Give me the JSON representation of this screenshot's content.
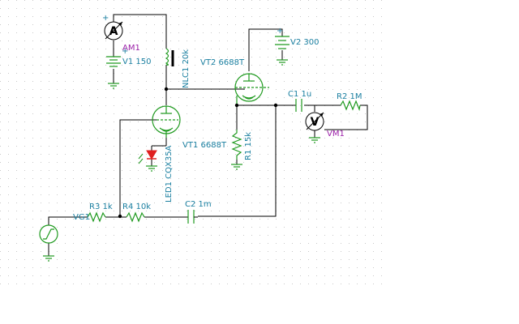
{
  "schematic": {
    "background": "#ffffff",
    "grid_color": "#c8c8c8",
    "component_color": "#1f9a1f",
    "label_color": "#1a7fa0",
    "meter_label_color": "#9b1ea8",
    "led_color": "#e02020"
  },
  "labels": {
    "am1": "AM1",
    "v1": "V1 150",
    "nlc1": "NLC1 20k",
    "vt2": "VT2 6688T",
    "v2": "V2 300",
    "c1": "C1 1u",
    "r2": "R2 1M",
    "vm1": "VM1",
    "vt1": "VT1 6688T",
    "led1": "LED1 CQX35A",
    "r1": "R1 15k",
    "r3": "R3 1k",
    "r4": "R4 10k",
    "vg1": "VG1",
    "c2": "C2 1m"
  },
  "meters": {
    "ammeter_symbol": "A",
    "voltmeter_symbol": "V"
  }
}
